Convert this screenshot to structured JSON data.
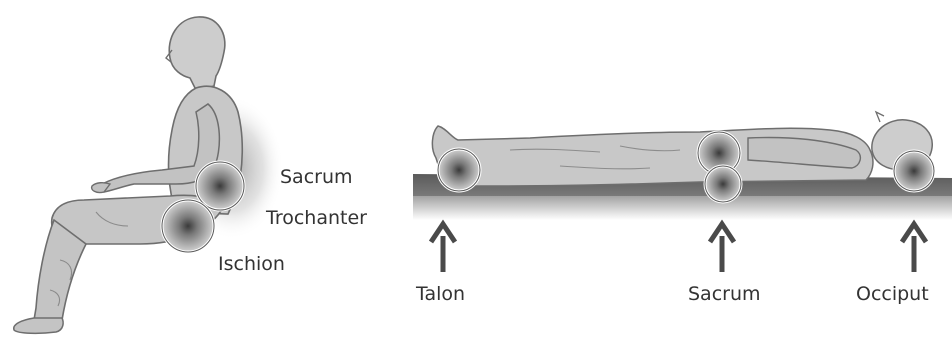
{
  "seated": {
    "labels": {
      "sacrum": "Sacrum",
      "trochanter": "Trochanter",
      "ischion": "Ischion"
    }
  },
  "lying": {
    "labels": {
      "talon": "Talon",
      "sacrum": "Sacrum",
      "occiput": "Occiput"
    }
  },
  "colors": {
    "figure_fill": "#c8c8c8",
    "figure_stroke": "#6e6e6e",
    "mattress": "#686868",
    "arrow": "#4a4a4a",
    "text": "#333333"
  }
}
